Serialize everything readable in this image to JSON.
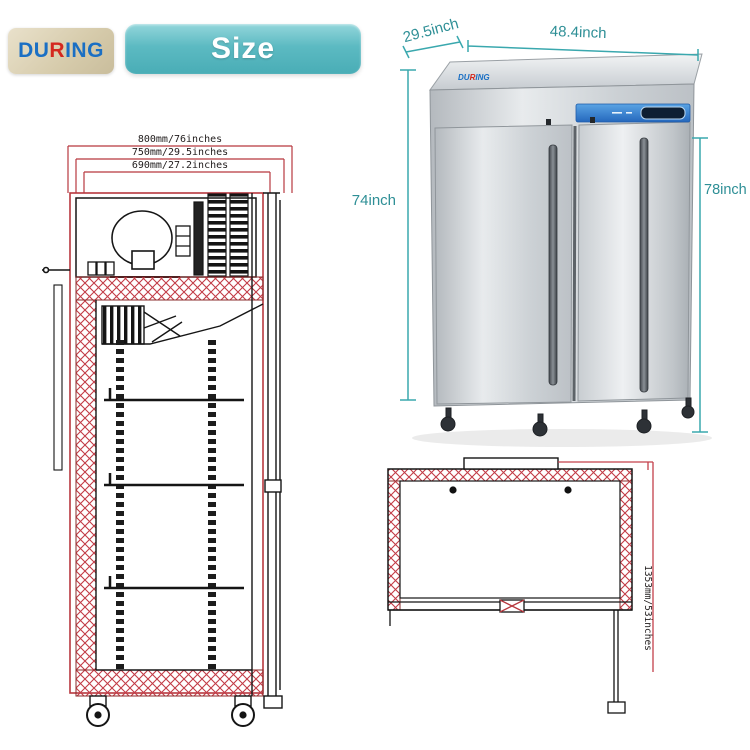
{
  "brand": {
    "logo_part1": "DU",
    "logo_part2": "R",
    "logo_part3": "ING"
  },
  "header": {
    "size_label": "Size"
  },
  "side_drawing": {
    "dim_outer": "800mm/76inches",
    "dim_mid": "750mm/29.5inches",
    "dim_inner": "690mm/27.2inches"
  },
  "product_photo": {
    "dim_depth": "29.5inch",
    "dim_width": "48.4inch",
    "dim_height_left": "74inch",
    "dim_height_right": "78inch"
  },
  "top_view": {
    "dim_side": "1353mm/53inches"
  },
  "colors": {
    "accent_teal": "#54b6bf",
    "dim_teal": "#2e8f96",
    "drawing_red": "#b8383f",
    "logo_blue": "#1a6fc4",
    "logo_red": "#d4281e",
    "panel_blue": "#2f7ed2",
    "logo_bg": "#d9cfb6"
  }
}
